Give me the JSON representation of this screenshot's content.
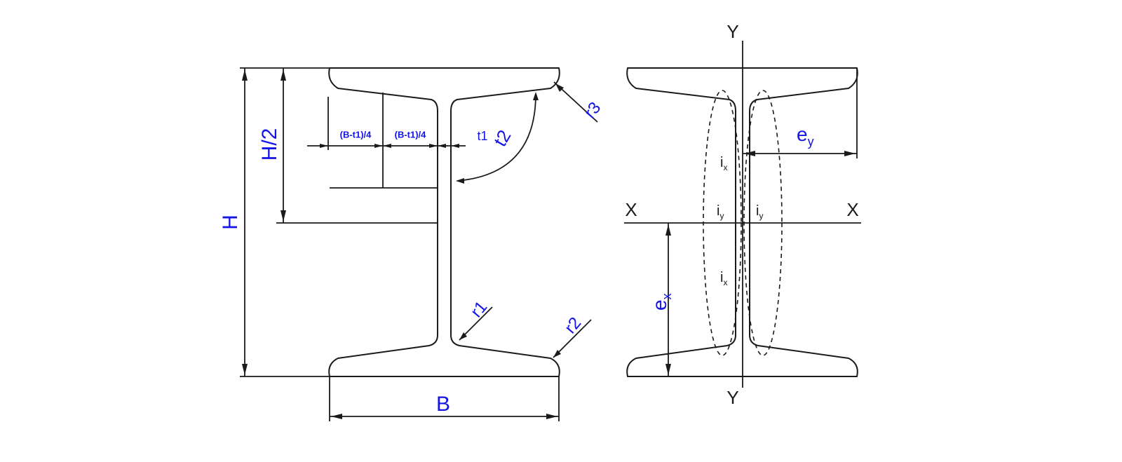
{
  "left_view": {
    "label_height": "H",
    "label_half_height": "H/2",
    "label_width": "B",
    "label_quarter_left": "(B-t1)/4",
    "label_quarter_right": "(B-t1)/4",
    "label_web_thickness": "t1",
    "label_flange_thickness": "t2",
    "label_root_radius": "r1",
    "label_toe_radius": "r2",
    "label_tip_radius": "r3"
  },
  "right_view": {
    "axis_y_top": "Y",
    "axis_y_bottom": "Y",
    "axis_x_left": "X",
    "axis_x_right": "X",
    "label_ey_main": "e",
    "label_ey_sub": "y",
    "label_ex_main": "e",
    "label_ex_sub": "x",
    "label_ix_top_main": "i",
    "label_ix_top_sub": "x",
    "label_ix_bottom_main": "i",
    "label_ix_bottom_sub": "x",
    "label_iy_left_main": "i",
    "label_iy_left_sub": "y",
    "label_iy_right_main": "i",
    "label_iy_right_sub": "y"
  },
  "colors": {
    "line": "#1a1a1a",
    "label_blue": "#1414e6"
  }
}
